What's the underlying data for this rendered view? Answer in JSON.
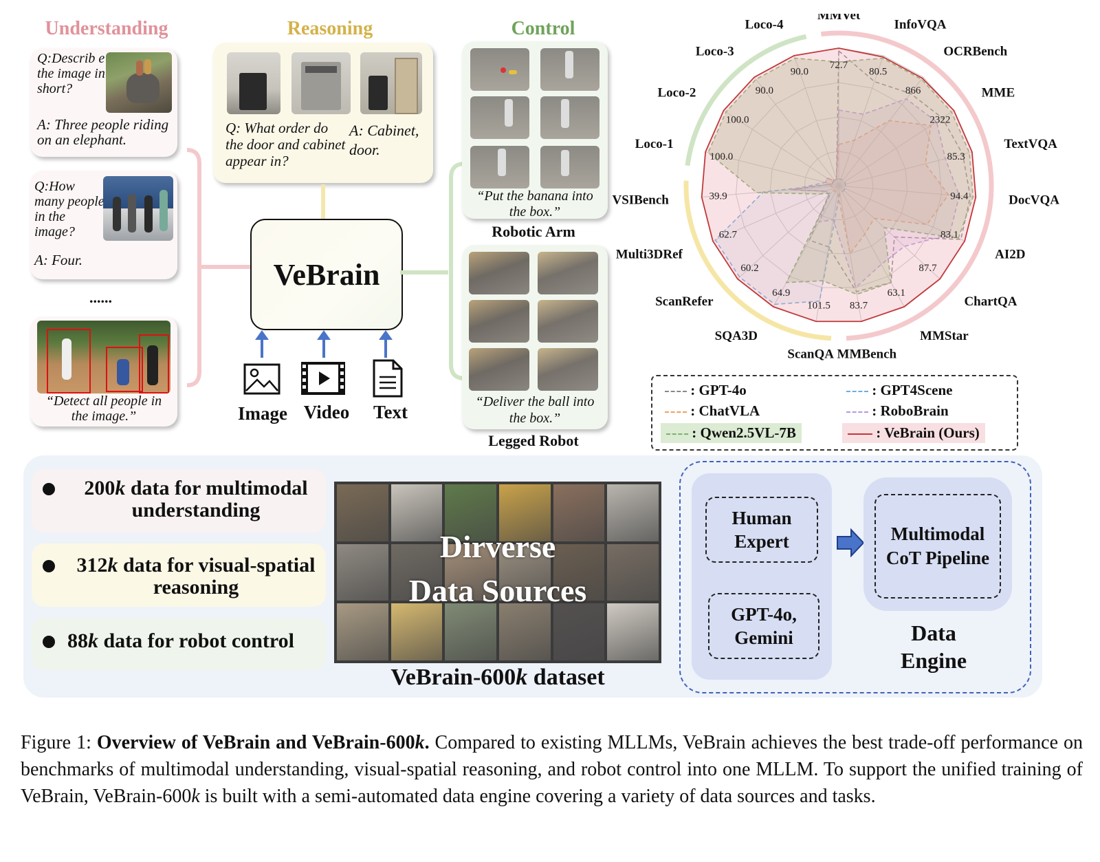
{
  "sections": {
    "understanding": "Understanding",
    "reasoning": "Reasoning",
    "control": "Control"
  },
  "understanding": {
    "q1": "Q:Describ e the image in short?",
    "a1": "A: Three people riding on an elephant.",
    "q2": "Q:How many people in the image?",
    "a2": "A: Four.",
    "ellipsis": "......",
    "cap3": "“Detect all people in the image.”"
  },
  "reasoning": {
    "q": "Q: What order do the door and cabinet appear in?",
    "a": "A: Cabinet, door."
  },
  "center": {
    "title": "VeBrain",
    "inputs": [
      "Image",
      "Video",
      "Text"
    ]
  },
  "control": {
    "arm_caption": "“Put the banana into the box.”",
    "arm_label": "Robotic Arm",
    "legged_caption": "“Deliver the ball into the box.”",
    "legged_label": "Legged Robot"
  },
  "radar": {
    "axes": [
      "MMVet",
      "InfoVQA",
      "OCRBench",
      "MME",
      "TextVQA",
      "DocVQA",
      "AI2D",
      "ChartQA",
      "MMStar",
      "MMBench",
      "ScanQA",
      "SQA3D",
      "ScanRefer",
      "Multi3DRef",
      "VSIBench",
      "Loco-1",
      "Loco-2",
      "Loco-3",
      "Loco-4"
    ],
    "max_values": [
      "72.7",
      "80.5",
      "866",
      "2322",
      "85.3",
      "94.4",
      "83.1",
      "87.7",
      "63.1",
      "83.7",
      "101.5",
      "64.9",
      "60.2",
      "62.7",
      "39.9",
      "100.0",
      "100.0",
      "90.0",
      "90.0"
    ]
  },
  "chart_data": {
    "type": "radar",
    "axes": [
      "MMVet",
      "InfoVQA",
      "OCRBench",
      "MME",
      "TextVQA",
      "DocVQA",
      "AI2D",
      "ChartQA",
      "MMStar",
      "MMBench",
      "ScanQA",
      "SQA3D",
      "ScanRefer",
      "Multi3DRef",
      "VSIBench",
      "Loco-1",
      "Loco-2",
      "Loco-3",
      "Loco-4"
    ],
    "axis_max_labels": [
      72.7,
      80.5,
      866,
      2322,
      85.3,
      94.4,
      83.1,
      87.7,
      63.1,
      83.7,
      101.5,
      64.9,
      60.2,
      62.7,
      39.9,
      100.0,
      100.0,
      90.0,
      90.0
    ],
    "series": [
      {
        "name": "GPT-4o",
        "values": [
          0.98,
          0.8,
          0.85,
          0.9,
          0.93,
          0.96,
          0.97,
          0.55,
          0.8,
          0.78,
          0.45,
          0.45,
          0.1,
          0.1,
          0.35,
          0.05,
          0.05,
          0.05,
          0.05
        ]
      },
      {
        "name": "GPT4Scene",
        "values": [
          0.05,
          0.05,
          0.05,
          0.05,
          0.05,
          0.05,
          0.05,
          0.05,
          0.05,
          0.05,
          0.85,
          0.98,
          0.98,
          0.98,
          0.55,
          0.05,
          0.05,
          0.05,
          0.05
        ]
      },
      {
        "name": "ChatVLA",
        "values": [
          0.3,
          0.35,
          0.6,
          0.8,
          0.65,
          0.8,
          0.7,
          0.35,
          0.4,
          0.5,
          0.05,
          0.05,
          0.05,
          0.05,
          0.05,
          0.1,
          0.1,
          0.05,
          0.05
        ]
      },
      {
        "name": "RoboBrain",
        "values": [
          0.55,
          0.55,
          0.8,
          0.85,
          0.8,
          0.88,
          0.88,
          0.65,
          0.65,
          0.75,
          0.25,
          0.3,
          0.1,
          0.1,
          0.35,
          0.1,
          0.1,
          0.05,
          0.05
        ]
      },
      {
        "name": "Qwen2.5VL-7B",
        "values": [
          0.9,
          0.98,
          0.98,
          0.98,
          0.98,
          0.98,
          0.95,
          0.45,
          0.8,
          0.8,
          0.7,
          0.8,
          0.08,
          0.15,
          0.6,
          0.98,
          0.98,
          0.98,
          0.98
        ]
      },
      {
        "name": "VeBrain (Ours)",
        "values": [
          1.0,
          0.99,
          0.99,
          1.0,
          1.0,
          1.0,
          1.0,
          1.0,
          1.0,
          1.0,
          1.0,
          1.0,
          1.0,
          1.0,
          1.0,
          1.0,
          1.0,
          1.0,
          1.0
        ]
      }
    ],
    "series_colors": [
      "#888888",
      "#6aaee0",
      "#f0a060",
      "#b895e6",
      "#7fb06d",
      "#c0393a"
    ],
    "series_fills": [
      "rgba(200,200,200,0.0)",
      "rgba(150,190,230,0.15)",
      "rgba(240,170,110,0.15)",
      "rgba(190,160,230,0.2)",
      "rgba(150,185,120,0.3)",
      "rgba(235,160,170,0.3)"
    ]
  },
  "legend": [
    "GPT-4o",
    "GPT4Scene",
    "ChatVLA",
    "RoboBrain",
    "Qwen2.5VL-7B",
    "VeBrain (Ours)"
  ],
  "bullets": [
    {
      "pre": "200",
      "k": "k",
      "post": " data for multimodal",
      "line2": "understanding"
    },
    {
      "pre": "312",
      "k": "k",
      "post": " data for visual-spatial",
      "line2": "reasoning"
    },
    {
      "pre": "88",
      "k": "k",
      "post": " data for robot control",
      "line2": ""
    }
  ],
  "dataset": {
    "overlay1": "Dirverse",
    "overlay2": "Data Sources",
    "label_pre": "VeBrain-600",
    "label_k": "k",
    "label_post": " dataset"
  },
  "engine": {
    "human": "Human Expert",
    "gpt": "GPT-4o, Gemini",
    "pipeline": "Multimodal CoT Pipeline",
    "label": "Data Engine"
  },
  "caption": {
    "prefix": "Figure 1: ",
    "bold": "Overview of VeBrain and VeBrain-600",
    "bold_k": "k",
    "bold_end": ".",
    "text1": " Compared to existing MLLMs, VeBrain achieves the best trade-off performance on benchmarks of multimodal understanding, visual-spatial reasoning, and robot control into one MLLM. To support the unified training of VeBrain, VeBrain-600",
    "text_k": "k",
    "text2": " is built with a semi-automated data engine covering a variety of data sources and tasks."
  }
}
